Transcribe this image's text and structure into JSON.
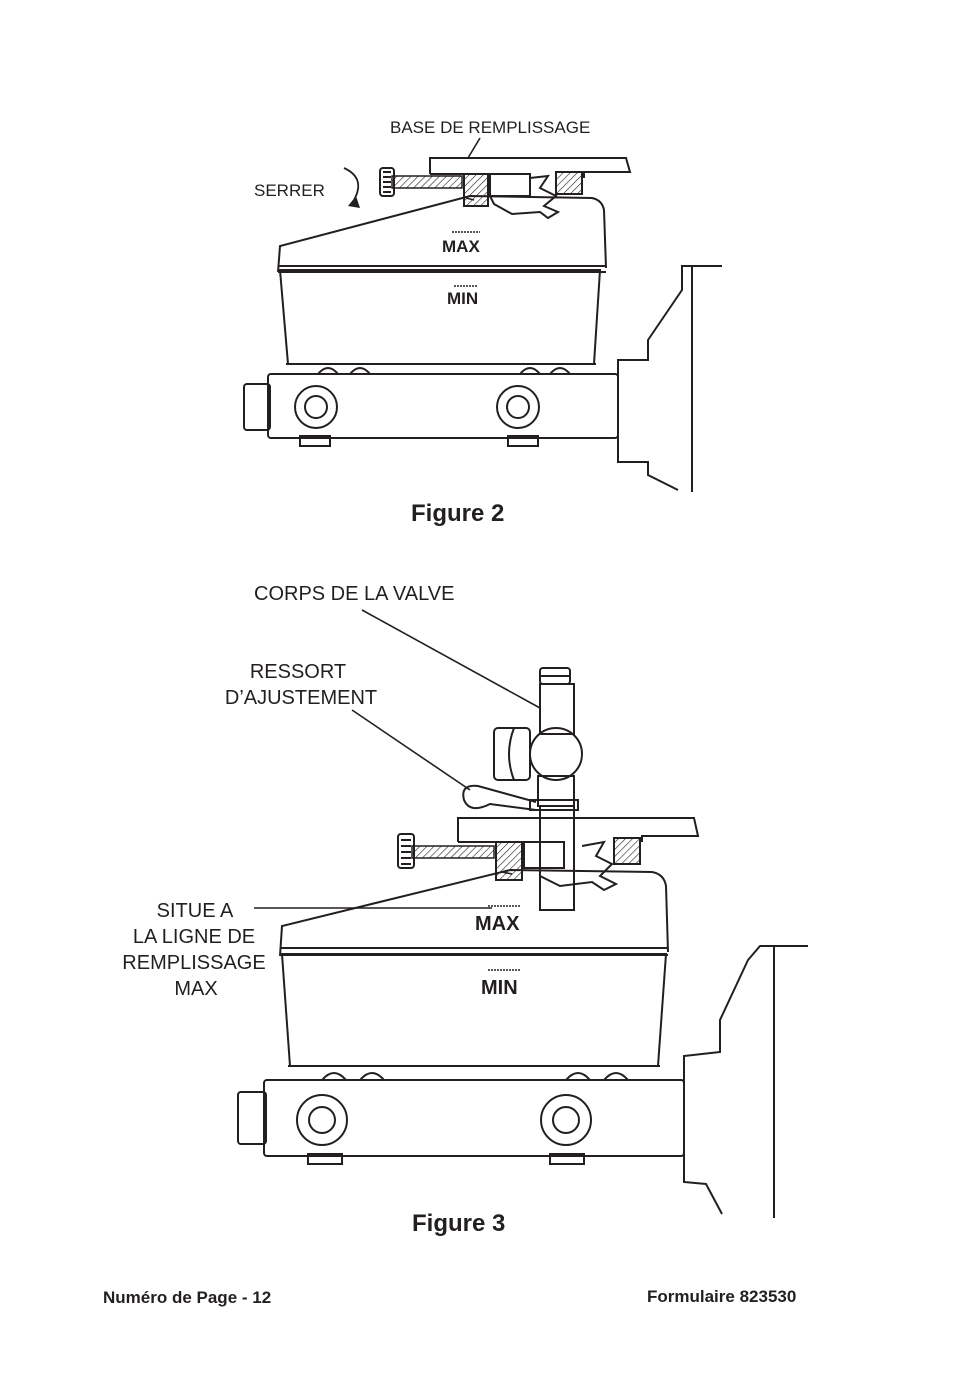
{
  "figure2": {
    "caption": "Figure 2",
    "label_fill_base": "BASE DE REMPLISSAGE",
    "label_tighten": "SERRER",
    "mark_max": "MAX",
    "mark_min": "MIN"
  },
  "figure3": {
    "caption": "Figure 3",
    "label_valve_body": "CORPS DE LA VALVE",
    "label_spring_line1": "RESSORT",
    "label_spring_line2": "D’AJUSTEMENT",
    "label_located_line1": "SITUE A",
    "label_located_line2": "LA LIGNE DE",
    "label_located_line3": "REMPLISSAGE",
    "label_located_line4": "MAX",
    "mark_max": "MAX",
    "mark_min": "MIN"
  },
  "footer": {
    "page_number": "Numéro de Page - 12",
    "form_number": "Formulaire 823530"
  }
}
